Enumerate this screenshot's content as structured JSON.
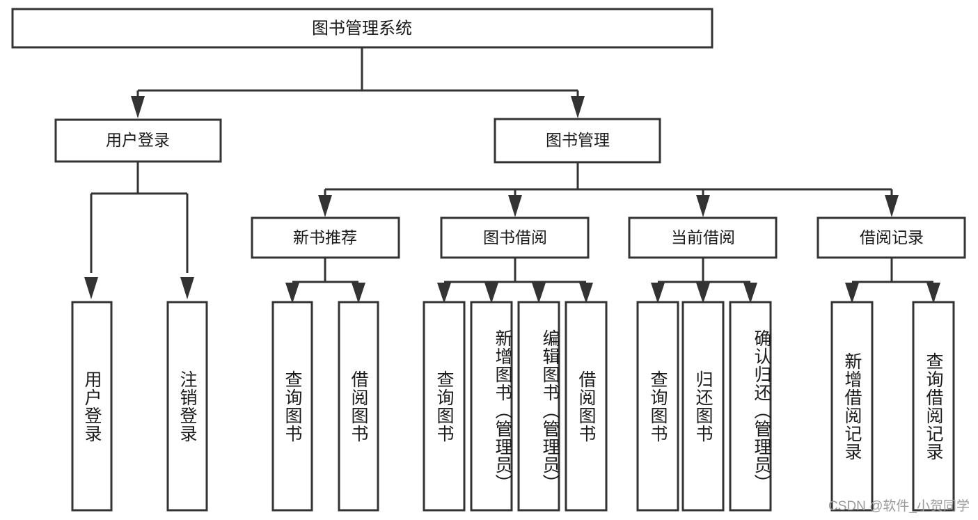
{
  "diagram": {
    "title": "图书管理系统",
    "type": "tree-hierarchy-diagram",
    "watermark": "CSDN @软件_小贺同学",
    "colors": {
      "stroke": "#333333",
      "fill": "#ffffff",
      "text": "#1a1a1a",
      "watermark": "#9a9a9a"
    },
    "root": {
      "label": "图书管理系统"
    },
    "level2": [
      {
        "label": "用户登录"
      },
      {
        "label": "图书管理"
      }
    ],
    "level3": [
      {
        "label": "新书推荐"
      },
      {
        "label": "图书借阅"
      },
      {
        "label": "当前借阅"
      },
      {
        "label": "借阅记录"
      }
    ],
    "leaves": {
      "user_login": [
        {
          "label": "用户登录"
        },
        {
          "label": "注销登录"
        }
      ],
      "new_book": [
        {
          "label": "查询图书"
        },
        {
          "label": "借阅图书"
        }
      ],
      "borrow_book": [
        {
          "label": "查询图书"
        },
        {
          "label": "新增图书（管理员）"
        },
        {
          "label": "编辑图书（管理员）"
        },
        {
          "label": "借阅图书"
        }
      ],
      "current_borrow": [
        {
          "label": "查询图书"
        },
        {
          "label": "归还图书"
        },
        {
          "label": "确认归还（管理员）"
        }
      ],
      "borrow_record": [
        {
          "label": "新增借阅记录"
        },
        {
          "label": "查询借阅记录"
        }
      ]
    }
  }
}
